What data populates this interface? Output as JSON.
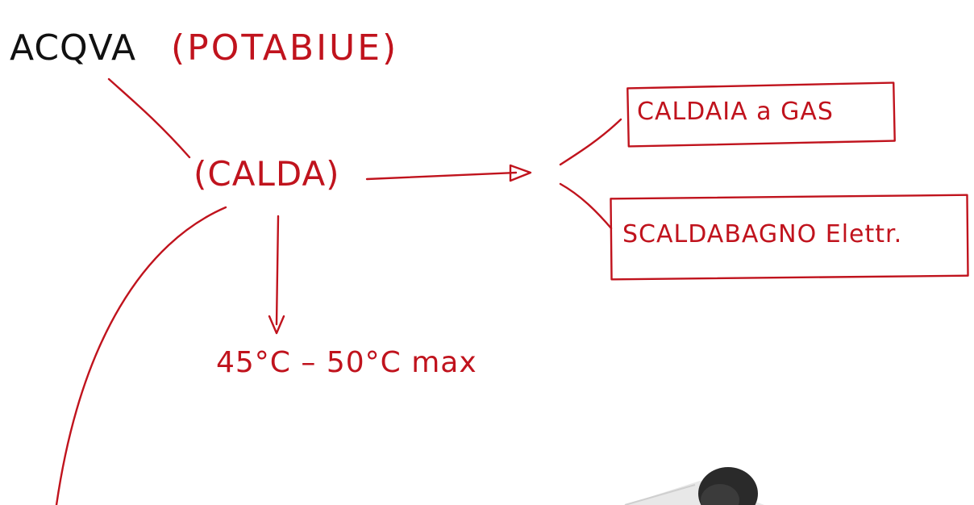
{
  "colors": {
    "ink": "#111111",
    "accent": "#c0131d"
  },
  "title": "ACQVA",
  "qualifier": "(POTABIUE)",
  "hot_node": "(CALDA)",
  "temperature": "45°C – 50°C max",
  "sources": [
    {
      "label": "CALDAIA a GAS"
    },
    {
      "label": "SCALDABAGNO Elettr."
    }
  ]
}
